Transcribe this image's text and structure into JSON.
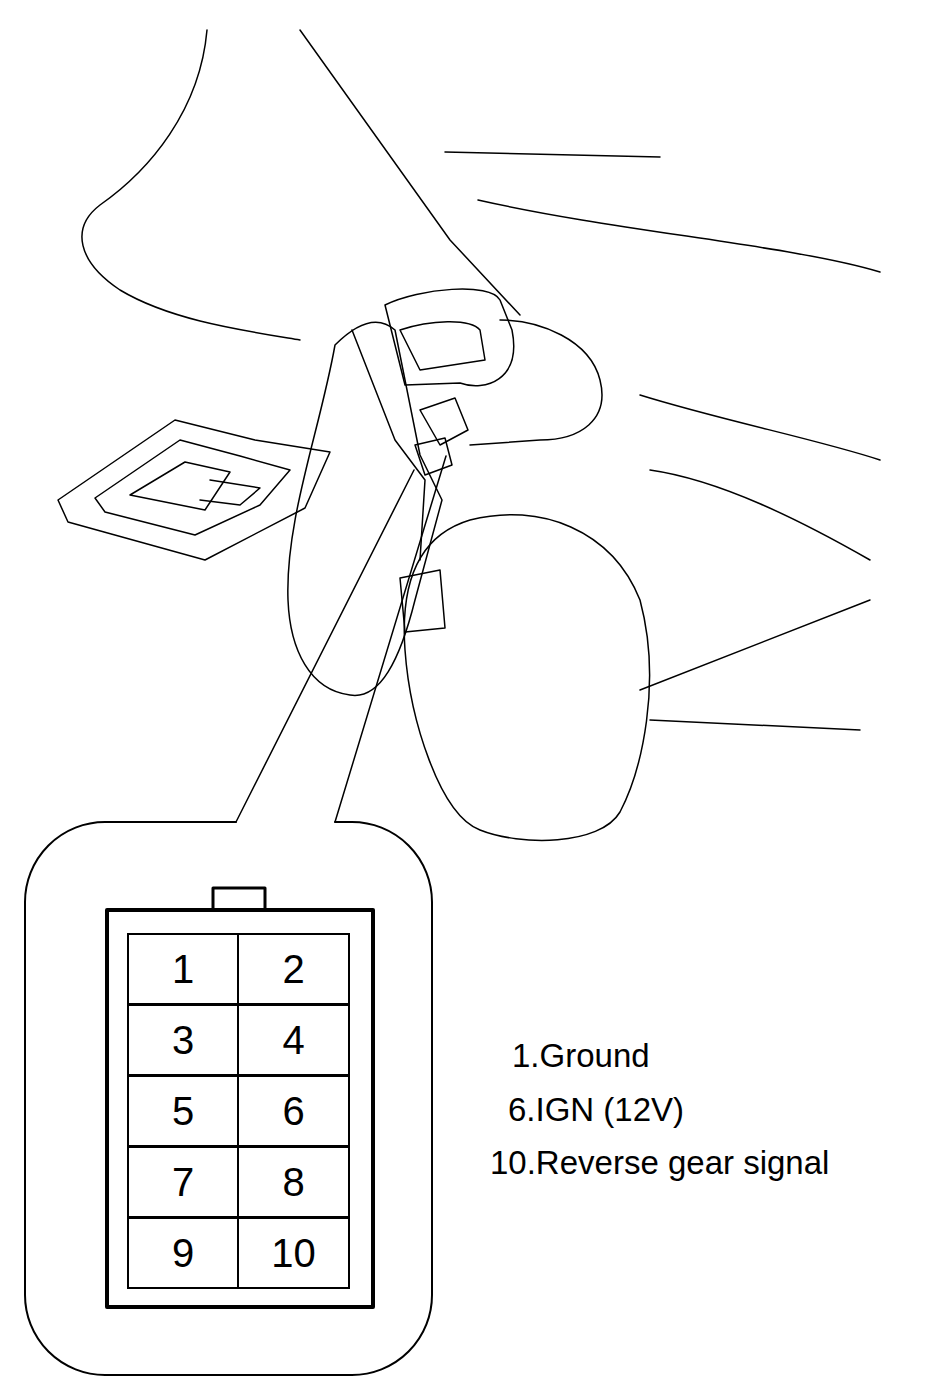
{
  "diagram": {
    "nodes": [
      {
        "text": [
          "1"
        ]
      },
      {
        "text": [
          "2"
        ]
      },
      {
        "text": [
          "3"
        ]
      },
      {
        "text": [
          "4"
        ]
      },
      {
        "text": [
          "5"
        ]
      },
      {
        "text": [
          "6"
        ]
      },
      {
        "text": [
          "7"
        ]
      },
      {
        "text": [
          "8"
        ]
      },
      {
        "text": [
          "9"
        ]
      },
      {
        "text": [
          "10"
        ]
      }
    ],
    "labels": [
      "1.Ground",
      "6.IGN (12V)",
      "10.Reverse gear signal"
    ]
  }
}
